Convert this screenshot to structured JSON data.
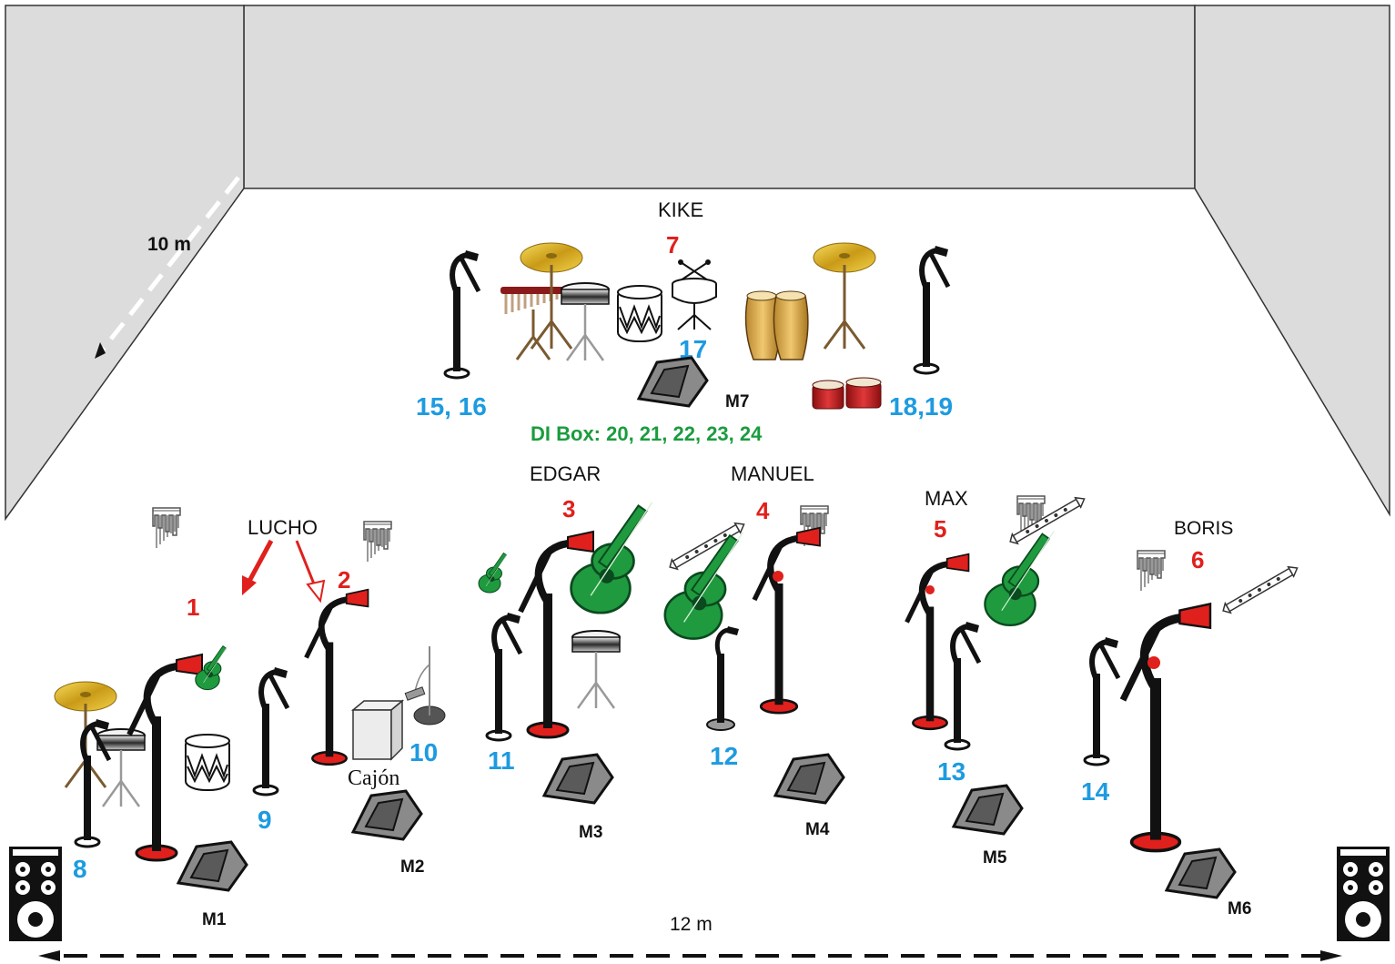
{
  "room": {
    "depth_label": "10 m",
    "width_label": "12 m"
  },
  "colors": {
    "wall": "#dcdcdc",
    "wall_stroke": "#333333",
    "mic_red": "#e0201c",
    "channel_blue": "#1e9be0",
    "di_green": "#1a9c3e",
    "guitar_green": "#1f9a3f",
    "monitor_gray": "#8a8a8a",
    "cymbal_gold": "#d9b42a"
  },
  "musicians": {
    "kike": "KIKE",
    "edgar": "EDGAR",
    "manuel": "MANUEL",
    "max": "MAX",
    "boris": "BORIS",
    "lucho": "LUCHO"
  },
  "vocal_channels": {
    "ch1": "1",
    "ch2": "2",
    "ch3": "3",
    "ch4": "4",
    "ch5": "5",
    "ch6": "6",
    "ch7": "7"
  },
  "instrument_channels": {
    "ch8": "8",
    "ch9": "9",
    "ch10": "10",
    "ch11": "11",
    "ch12": "12",
    "ch13": "13",
    "ch14": "14",
    "ch15_16": "15, 16",
    "ch17": "17",
    "ch18_19": "18,19"
  },
  "di_box": "DI Box: 20, 21, 22, 23, 24",
  "monitors": {
    "m1": "M1",
    "m2": "M2",
    "m3": "M3",
    "m4": "M4",
    "m5": "M5",
    "m6": "M6",
    "m7": "M7"
  },
  "instruments": {
    "cajon_label": "Cajón",
    "icons": [
      "cymbal-icon",
      "snare-drum-icon",
      "bass-drum-icon",
      "chimes-icon",
      "congas-icon",
      "bongos-icon",
      "timbales-icon",
      "guitar-icon",
      "charango-icon",
      "pan-flute-icon",
      "quena-icon",
      "cajon-icon",
      "speaker-icon"
    ]
  }
}
